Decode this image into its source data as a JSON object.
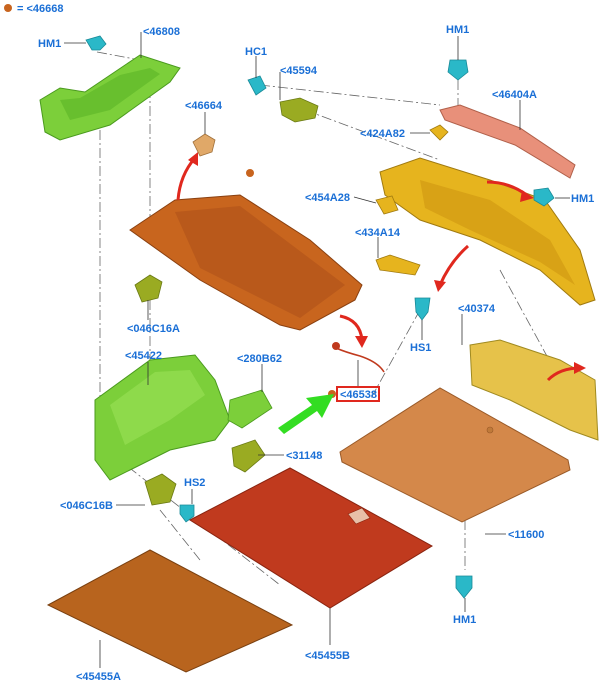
{
  "legend": {
    "marker_color": "#c8641e",
    "text": "= <46668"
  },
  "highlight": {
    "label": "<46538",
    "box_color": "#e0281e",
    "arrow_color": "#33dd22"
  },
  "labels": {
    "hm1_top_left": "HM1",
    "p46808": "<46808",
    "p46664": "<46664",
    "hc1": "HC1",
    "p45594": "<45594",
    "hm1_top": "HM1",
    "p46404a": "<46404A",
    "p424a82": "<424A82",
    "p454a28": "<454A28",
    "hm1_right": "HM1",
    "p434a14": "<434A14",
    "p046c16a": "<046C16A",
    "hs1": "HS1",
    "p40374": "<40374",
    "p45422": "<45422",
    "p280b62": "<280B62",
    "p31148": "<31148",
    "p046c16b": "<046C16B",
    "hs2": "HS2",
    "p11600": "<11600",
    "hm1_bottom": "HM1",
    "p45455b": "<45455B",
    "p45455a": "<45455A"
  },
  "colors": {
    "label_blue": "#1a6fd6",
    "green_part": "#7ccf3a",
    "olive_part": "#9aab22",
    "orange_shelf": "#c8651e",
    "salmon_strip": "#e8907a",
    "yellow_trim": "#e6b41e",
    "tan_mat": "#d4884a",
    "red_mat": "#c03a1e",
    "brown_mat": "#b8641e",
    "teal_clip": "#2ab8c8"
  }
}
